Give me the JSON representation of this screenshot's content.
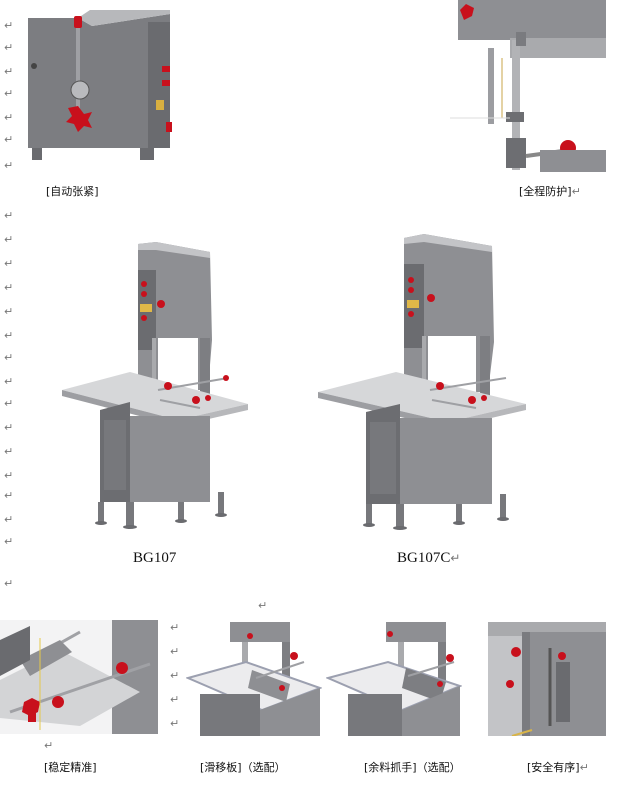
{
  "paragraph_mark": "↵",
  "captions": {
    "auto_tension": "[自动张紧]",
    "full_protection": "[全程防护]",
    "stable_precise": "[稳定精准]",
    "sliding_plate": "[滑移板]（选配）",
    "remainder_gripper": "[余料抓手]（选配）",
    "safe_orderly": "[安全有序]"
  },
  "models": {
    "left": "BG107",
    "right": "BG107C"
  },
  "colors": {
    "steel": "#8e8f93",
    "steel_dark": "#5f6064",
    "steel_light": "#c9cacc",
    "red_knob": "#c8101c",
    "table_top": "#d6d7d9"
  }
}
